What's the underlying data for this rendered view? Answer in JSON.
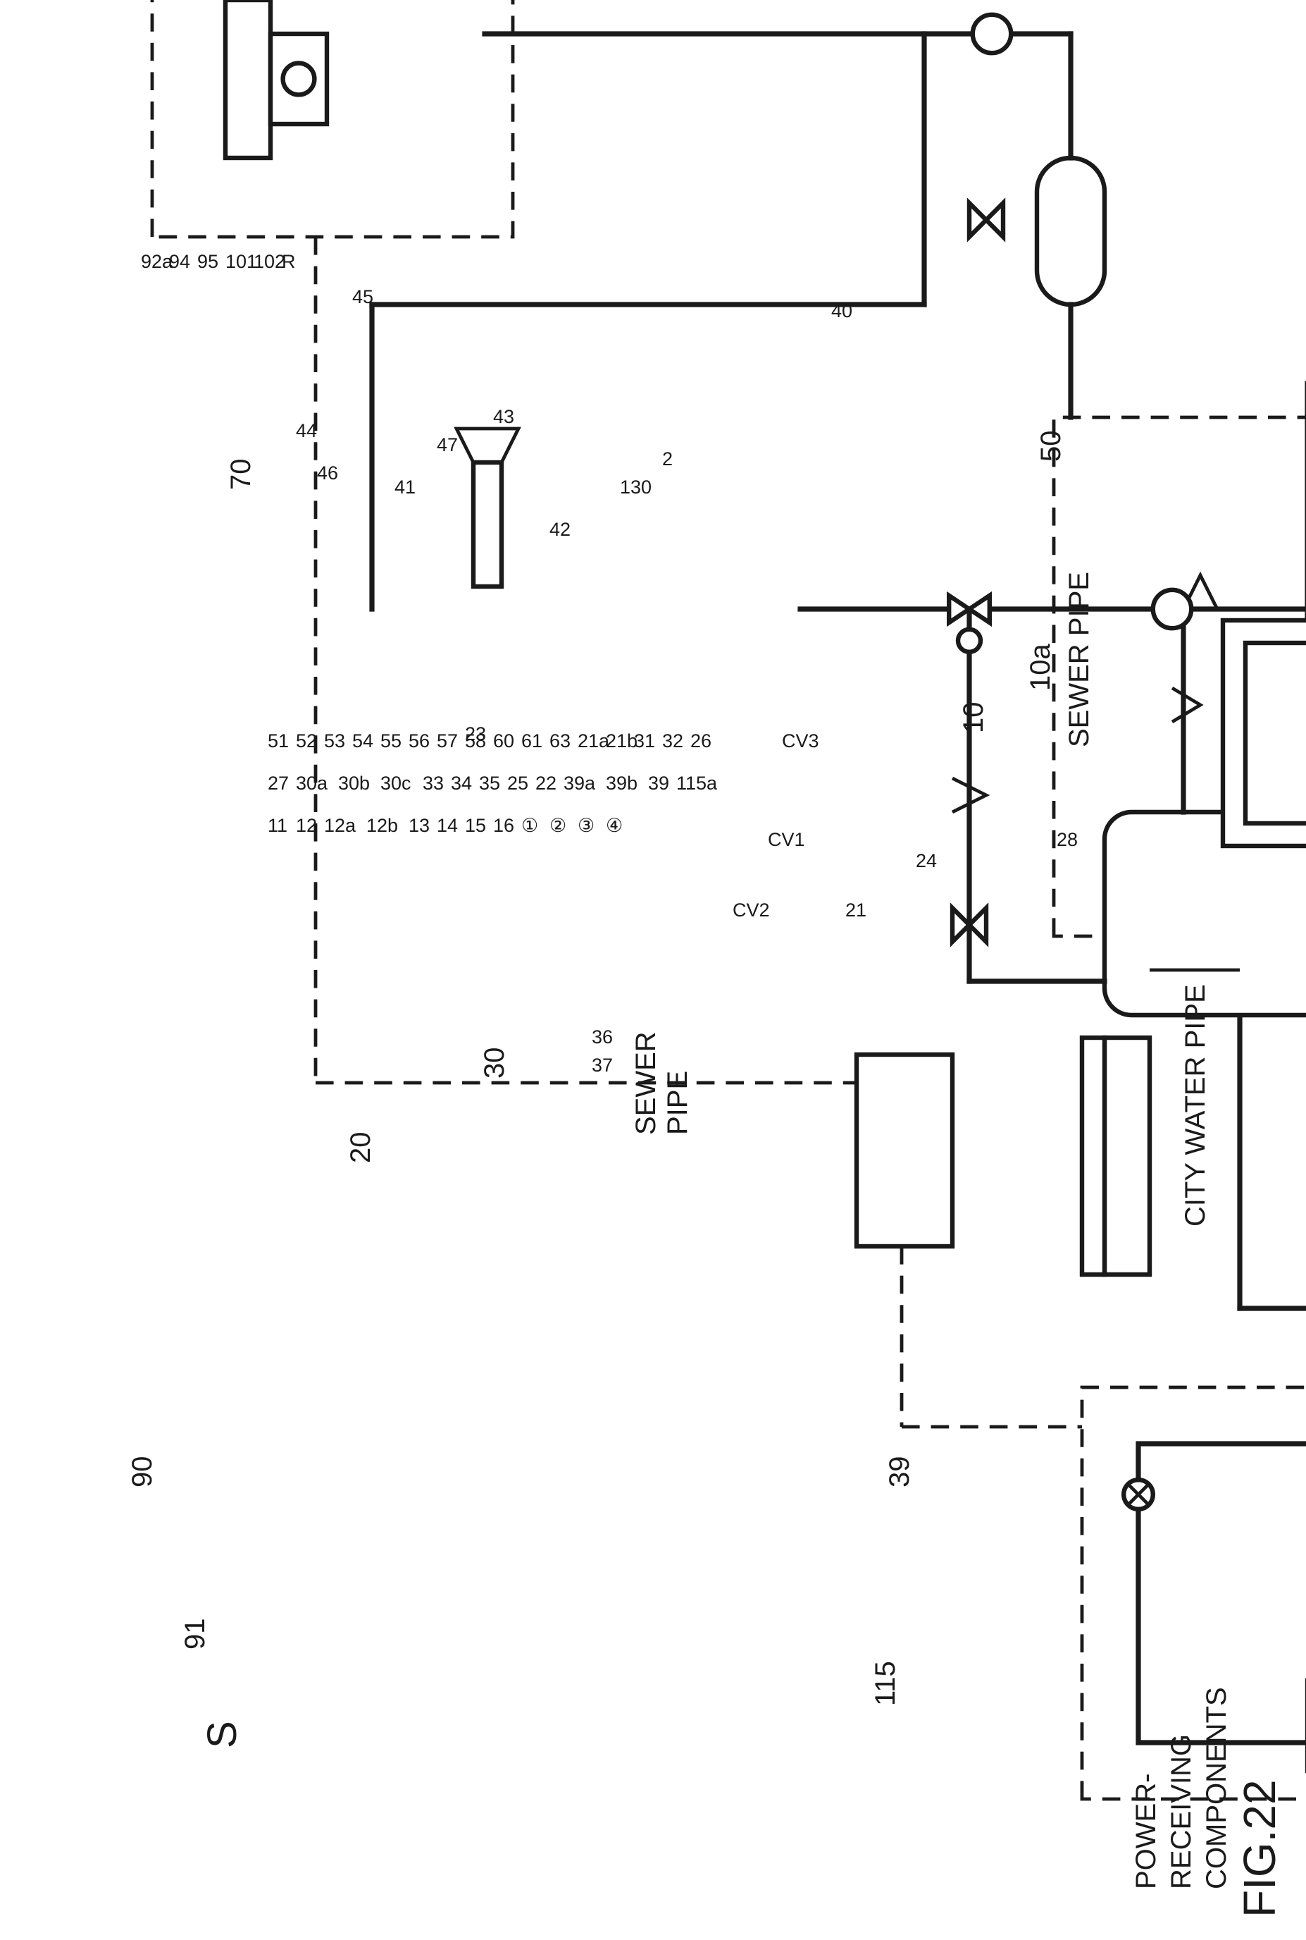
{
  "figure": {
    "title": "FIG.22"
  },
  "labels": {
    "S": "S",
    "n10": "10",
    "n10a": "10a",
    "n11": "11",
    "n12": "12",
    "n12a": "12a",
    "n12b": "12b",
    "n13": "13",
    "n14": "14",
    "n15": "15",
    "n16": "16",
    "n2": "2",
    "n20": "20",
    "n21": "21",
    "n21a": "21a",
    "n21b": "21b",
    "n22": "22",
    "n23": "23",
    "n24": "24",
    "n25": "25",
    "n26": "26",
    "n27": "27",
    "n28": "28",
    "n30": "30",
    "n30a": "30a",
    "n30b": "30b",
    "n30c": "30c",
    "n31": "31",
    "n32": "32",
    "n33": "33",
    "n34": "34",
    "n35": "35",
    "n36": "36",
    "n37": "37",
    "n39": "39",
    "n39a": "39a",
    "n39b": "39b",
    "n39p": "39",
    "n40": "40",
    "n41": "41",
    "n42": "42",
    "n43": "43",
    "n44": "44",
    "n45": "45",
    "n46": "46",
    "n47": "47",
    "n50": "50",
    "n51": "51",
    "n52": "52",
    "n53": "53",
    "n54": "54",
    "n55": "55",
    "n56": "56",
    "n57": "57",
    "n58": "58",
    "n60": "60",
    "n61": "61",
    "n63": "63",
    "n70": "70",
    "n90": "90",
    "n91": "91",
    "n92a": "92a",
    "n94": "94",
    "n95": "95",
    "n101": "101",
    "n102": "102",
    "R": "R",
    "n115": "115",
    "n115a": "115a",
    "n130": "130",
    "CV1": "CV1",
    "CV2": "CV2",
    "CV3": "CV3",
    "pump_P1": "P",
    "pump_P2": "P",
    "sewer_pipe_1": "SEWER PIPE",
    "sewer_pipe_2_a": "SEWER",
    "sewer_pipe_2_b": "PIPE",
    "city_water_pipe": "CITY WATER PIPE",
    "power_a": "POWER-",
    "power_b": "RECEIVING",
    "power_c": "COMPONENTS"
  },
  "port_marks": {
    "p1": "①",
    "p2": "②",
    "p3": "③",
    "p4": "④"
  }
}
